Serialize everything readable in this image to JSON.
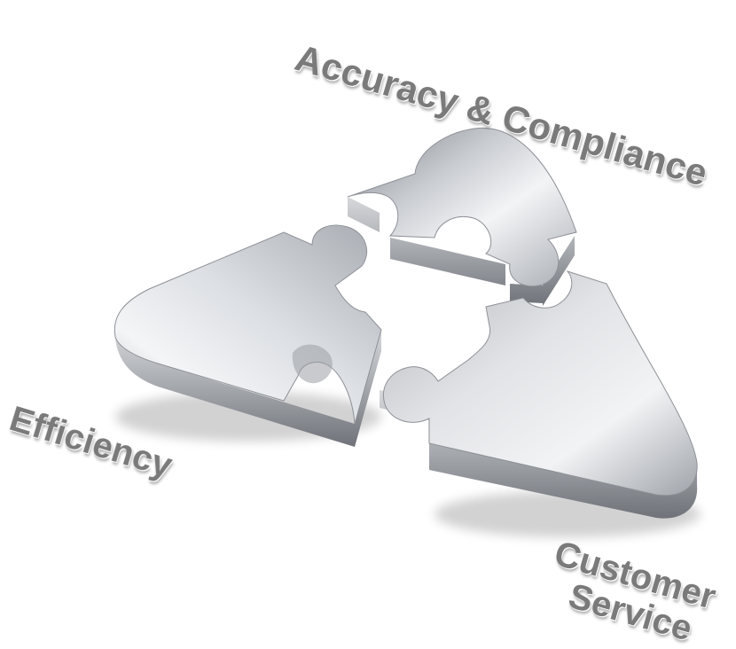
{
  "labels": {
    "accuracy": "Accuracy & Compliance",
    "efficiency": "Efficiency",
    "customer": "Customer",
    "service": "Service"
  },
  "colors": {
    "label_text": "#7a7a7a",
    "background": "#ffffff",
    "metal_light": "#f2f3f5",
    "metal_mid": "#c4c7cc",
    "metal_dark": "#8a8d93"
  }
}
